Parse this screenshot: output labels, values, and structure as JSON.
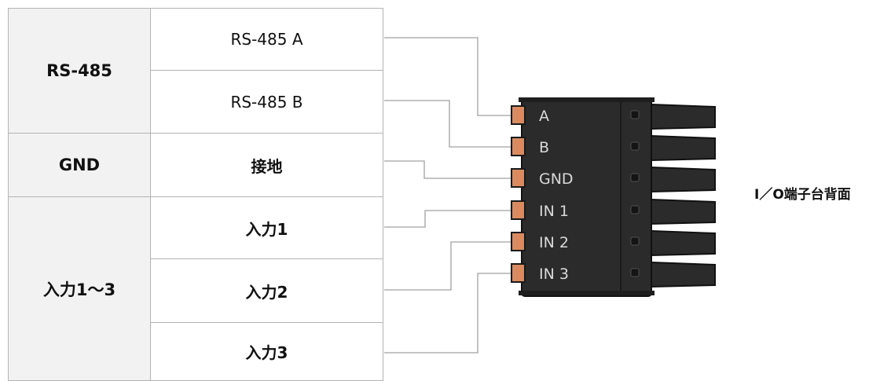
{
  "table": {
    "groups": [
      {
        "label": "RS-485"
      },
      {
        "label": "GND"
      },
      {
        "label": "入力1〜3"
      }
    ],
    "signals": [
      {
        "label": "RS-485 A"
      },
      {
        "label": "RS-485 B"
      },
      {
        "label": "接地"
      },
      {
        "label": "入力1"
      },
      {
        "label": "入力2"
      },
      {
        "label": "入力3"
      }
    ]
  },
  "terminal": {
    "pins": [
      "A",
      "B",
      "GND",
      "IN 1",
      "IN 2",
      "IN 3"
    ],
    "caption": "I／O端子台背面"
  },
  "colors": {
    "line": "#a0a0a0",
    "terminal_body": "#2b2b2b",
    "pin_contact": "#d98b5f"
  }
}
